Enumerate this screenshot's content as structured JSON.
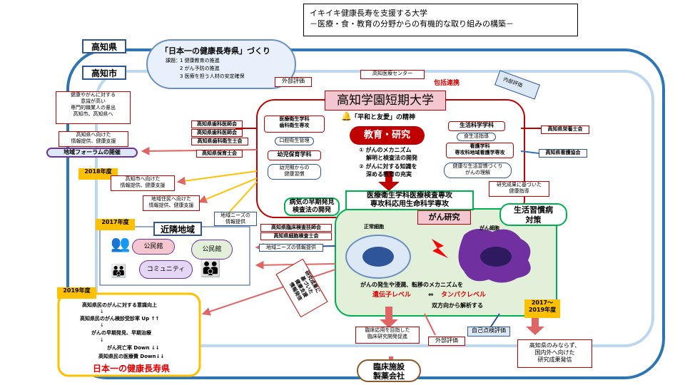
{
  "header": {
    "line1": "イキイキ健康長寿を支援する大学",
    "line2": "－医療・食・教育の分野からの有機的な取り組みの構築－"
  },
  "regions": {
    "prefecture": "高知県",
    "city": "高知市",
    "neighborhood": "近隣地域"
  },
  "cloud": {
    "title": "「日本一の健康長寿県」づくり",
    "topics_label": "課題：",
    "topics": [
      "1 健康教育の推進",
      "2 がん予防の推進",
      "3 医療を担う人材の安定確保"
    ]
  },
  "university": {
    "name": "高知学園短期大学",
    "spirit": "「平和と友愛」の精神",
    "core": "教育・研究",
    "goals": [
      "① がんのメカニズム",
      "解明と検査法の開発",
      "② がんに対する知識を",
      "深める教育の充実"
    ]
  },
  "evaluation": {
    "external": "外部評価",
    "internal": "内部評価",
    "self": "自己点検評価"
  },
  "partnership": {
    "center": "高知医療センター",
    "label": "包括連携"
  },
  "departments": {
    "medical_health": [
      "医療衛生学科",
      "歯科衛生専攻"
    ],
    "oral_health": "口腔衛生管理",
    "childcare": "幼児保育学科",
    "childcare_sub": [
      "幼児期からの",
      "健康習慣"
    ],
    "life_science": "生活科学学科",
    "life_sub": "食生活指導",
    "nursing": [
      "看護学科",
      "専攻科地域看護学専攻"
    ],
    "health_community": [
      "健康な生活習慣づくり",
      "がんの理解"
    ],
    "research_results": [
      "研究成果に基づいた",
      "健康指導"
    ]
  },
  "associations": {
    "dental_left": [
      "高知県歯科医師会",
      "高知県歯科衛生士会"
    ],
    "child_assoc": "高知県保育士会",
    "nutrition": "高知県栄養士会",
    "nursing_assoc": "高知県看護協会",
    "lab_tech": [
      "高知県臨床検査技師会",
      "高知県細胞検査士会"
    ]
  },
  "left_info": {
    "education_link": [
      "健康やがんに対する",
      "意識が高い",
      "専門的職業人の輩出",
      "高知市、高知県へ"
    ],
    "prefecture_info": [
      "高知県へ向けた",
      "情報提供、健康支援"
    ],
    "forum": "地域フォーラムの開催",
    "year_2018": "2018年度",
    "city_info": [
      "高知市へ向けた",
      "情報提供、健康支援"
    ],
    "local_info": [
      "地域住民へ向けた",
      "情報提供、健康支援"
    ],
    "needs_collect": [
      "地域ニーズの",
      "情報提供"
    ],
    "needs_provide": "地域ニーズの情報提供",
    "year_2017": "2017年度"
  },
  "community": {
    "hall1": "公民館",
    "hall2": "公民館",
    "community": "コミュニティ"
  },
  "early_detection": [
    "病気の早期発見",
    "検査法の開発"
  ],
  "program": [
    "医療衛生学科医療検査専攻",
    "専攻科応用生命科学専攻"
  ],
  "cancer": {
    "title": "がん研究",
    "lifestyle": [
      "生活習慣病",
      "対策"
    ],
    "normal_cell": "正常細胞",
    "cancer_cell": "がん細胞",
    "mechanism": "がんの発生や浸潤、転移のメカニズムを",
    "gene_level": "遺伝子レベル",
    "arrow": "⇔",
    "protein_level": "タンパクレベル",
    "analysis": "双方向から解析する"
  },
  "feedback": [
    "研究成果に",
    "基づいた",
    "健康支援",
    "情報発信"
  ],
  "outcomes_2019": {
    "year": "2019年度",
    "items": [
      "高知県民のがんに対する意識向上",
      "↓",
      "高知県民のがん検診受診率 Up ↑↑",
      "↓",
      "がんの早期発見、早期治療",
      "↓",
      "がん死亡率 Down ↓↓",
      "高知県民の医療費 Down↓↓"
    ],
    "goal": "日本一の健康長寿県"
  },
  "clinical": {
    "dev": [
      "臨床応用を目指した",
      "臨床研究開発促進"
    ],
    "partners": [
      "臨床施設",
      "製薬会社"
    ]
  },
  "outreach": {
    "years": [
      "2017～",
      "2019年度"
    ],
    "text": [
      "高知県のみならず、",
      "国内外へ向けた",
      "研究成果発信"
    ]
  },
  "colors": {
    "red": "#c00000",
    "blue": "#2e5597",
    "yellow": "#ffc000",
    "green": "#00b050",
    "purple": "#7030a0"
  }
}
